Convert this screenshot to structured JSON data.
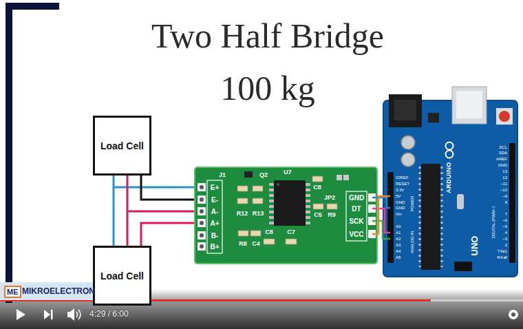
{
  "diagram": {
    "title": "Two Half Bridge 100 kg",
    "nodes": [
      {
        "text": [
          "Load Cell"
        ]
      },
      {
        "text": [
          "Load Cell"
        ]
      }
    ],
    "edges": [
      {
        "from": 0,
        "to": 1,
        "arrow": "none"
      },
      {
        "from": 0,
        "to": 1,
        "arrow": "none"
      }
    ],
    "labels": [
      "J1",
      "Q2",
      "U7",
      "C8",
      "JP2",
      "R12",
      "R13",
      "C5",
      "R9",
      "C8",
      "C7",
      "R8",
      "C4",
      "E+",
      "E-",
      "A-",
      "A+",
      "B-",
      "B+",
      "GND",
      "DT",
      "SCK",
      "VCC",
      "IOREF",
      "RESET",
      "3.3V",
      "5V",
      "GND",
      "GND",
      "Vin",
      "A0",
      "A1",
      "A2",
      "A3",
      "A4",
      "A5",
      "POWER",
      "ANALOG IN",
      "SCL",
      "SDA",
      "AREF",
      "GND",
      "13",
      "12",
      "~11",
      "~10",
      "~9",
      "8",
      "7",
      "~6",
      "~5",
      "4",
      "~3",
      "2",
      "TX▸1",
      "RX◂0",
      "DIGITAL (PWM~)",
      "ARDUINO",
      "UNO",
      "ME",
      "MIKROELECTRON",
      "4:29 / 6:00"
    ]
  }
}
